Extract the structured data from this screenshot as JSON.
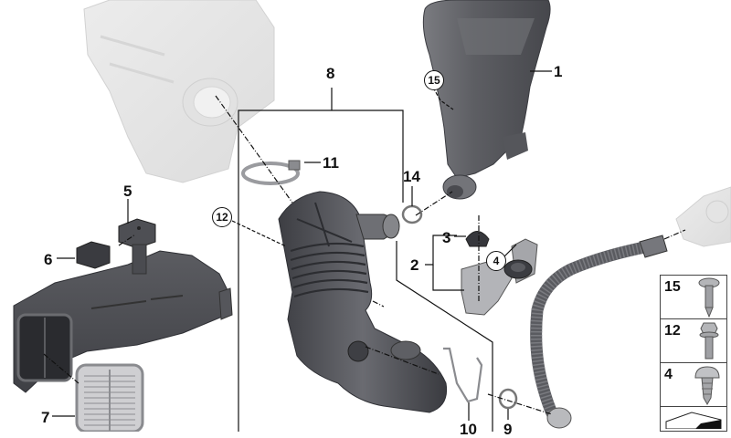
{
  "diagram": {
    "type": "exploded-parts-diagram",
    "subject": "Air intake ducting / intake silencer assembly",
    "colors": {
      "background": "#ffffff",
      "ghost_part": "#e6e6e6",
      "part_dark": "#4a4b50",
      "part_mid": "#6b6c72",
      "part_light": "#a9aaae",
      "leader_line": "#111111"
    },
    "callouts": [
      {
        "id": "1",
        "label": "1",
        "style": "plain",
        "part": "resonator / air duct"
      },
      {
        "id": "2",
        "label": "2",
        "style": "plain",
        "part": "bracket set with grommets"
      },
      {
        "id": "3",
        "label": "3",
        "style": "plain",
        "part": "rubber grommet"
      },
      {
        "id": "4",
        "label": "4",
        "style": "circled",
        "part": "screw (see legend)"
      },
      {
        "id": "5",
        "label": "5",
        "style": "plain",
        "part": "mounting block"
      },
      {
        "id": "6",
        "label": "6",
        "style": "plain",
        "part": "foam pad"
      },
      {
        "id": "7",
        "label": "7",
        "style": "plain",
        "part": "intake grille"
      },
      {
        "id": "8",
        "label": "8",
        "style": "plain",
        "part": "intake boot assembly"
      },
      {
        "id": "9",
        "label": "9",
        "style": "plain",
        "part": "o-ring"
      },
      {
        "id": "10",
        "label": "10",
        "style": "plain",
        "part": "wire clip"
      },
      {
        "id": "11",
        "label": "11",
        "style": "plain",
        "part": "hose clamp"
      },
      {
        "id": "12",
        "label": "12",
        "style": "circled",
        "part": "screw (see legend)"
      },
      {
        "id": "14",
        "label": "14",
        "style": "plain",
        "part": "o-ring"
      },
      {
        "id": "15",
        "label": "15",
        "style": "circled",
        "part": "screw (see legend)"
      }
    ],
    "legend": {
      "items": [
        {
          "label": "15",
          "icon": "torx-flange-self-tapping-screw-icon"
        },
        {
          "label": "12",
          "icon": "torx-hex-flange-bolt-icon"
        },
        {
          "label": "4",
          "icon": "torx-pan-head-self-tapping-screw-icon"
        },
        {
          "label": "",
          "icon": "catalog-sheet-icon"
        }
      ]
    }
  }
}
